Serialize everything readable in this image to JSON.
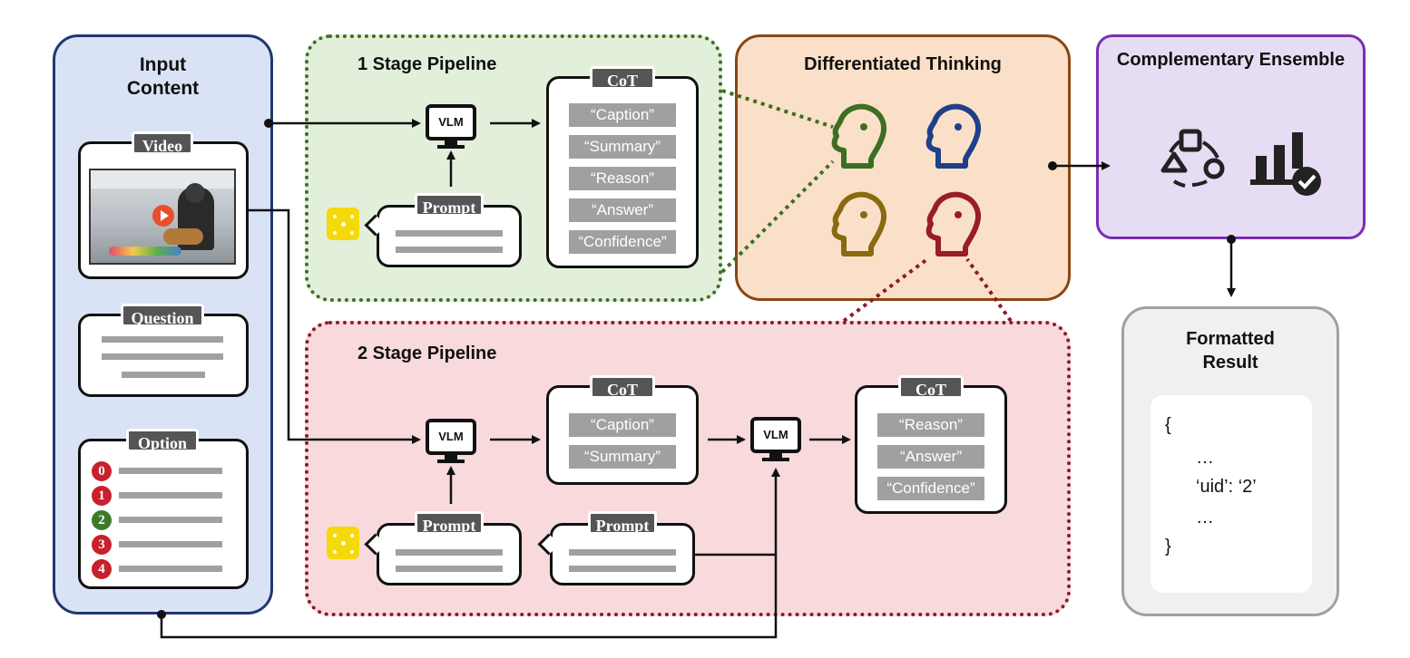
{
  "input": {
    "title_line1": "Input",
    "title_line2": "Content",
    "video_tag": "Video",
    "question_tag": "Question",
    "option_tag": "Option",
    "option_numbers": [
      "0",
      "1",
      "2",
      "3",
      "4"
    ],
    "option_colors": [
      "#c8202c",
      "#c8202c",
      "#3c7a2a",
      "#c8202c",
      "#c8202c"
    ]
  },
  "stage1": {
    "title": "1 Stage Pipeline",
    "vlm_label": "VLM",
    "prompt_tag": "Prompt",
    "cot_tag": "CoT",
    "cot_items": [
      "“Caption”",
      "“Summary”",
      "“Reason”",
      "“Answer”",
      "“Confidence”"
    ]
  },
  "stage2": {
    "title": "2 Stage Pipeline",
    "vlm1_label": "VLM",
    "vlm2_label": "VLM",
    "prompt1_tag": "Prompt",
    "prompt2_tag": "Prompt",
    "cot1_tag": "CoT",
    "cot1_items": [
      "“Caption”",
      "“Summary”"
    ],
    "cot2_tag": "CoT",
    "cot2_items": [
      "“Reason”",
      "“Answer”",
      "“Confidence”"
    ]
  },
  "thinking": {
    "title": "Differentiated Thinking",
    "head_colors": [
      "#3d6e23",
      "#1f3f8a",
      "#8a6a10",
      "#9a1c24"
    ]
  },
  "ensemble": {
    "title": "Complementary Ensemble",
    "icons": [
      "shapes-cycle-icon",
      "bar-chart-check-icon"
    ]
  },
  "result": {
    "title_line1": "Formatted",
    "title_line2": "Result",
    "json_lines": [
      "{",
      "…",
      "‘uid’:  ‘2’",
      "…",
      "}"
    ]
  },
  "colors": {
    "input_fill": "#dae3f5",
    "input_border": "#1f3870",
    "stage1_fill": "#e2efda",
    "stage1_border": "#3d6e23",
    "stage2_fill": "#f8dadc",
    "stage2_border": "#8b1c24",
    "thinking_fill": "#fae0c8",
    "thinking_border": "#8b4513",
    "ensemble_fill": "#e6ddf5",
    "ensemble_border": "#7b2fb0",
    "result_fill": "#f0f0f0",
    "result_border": "#a0a0a0"
  }
}
